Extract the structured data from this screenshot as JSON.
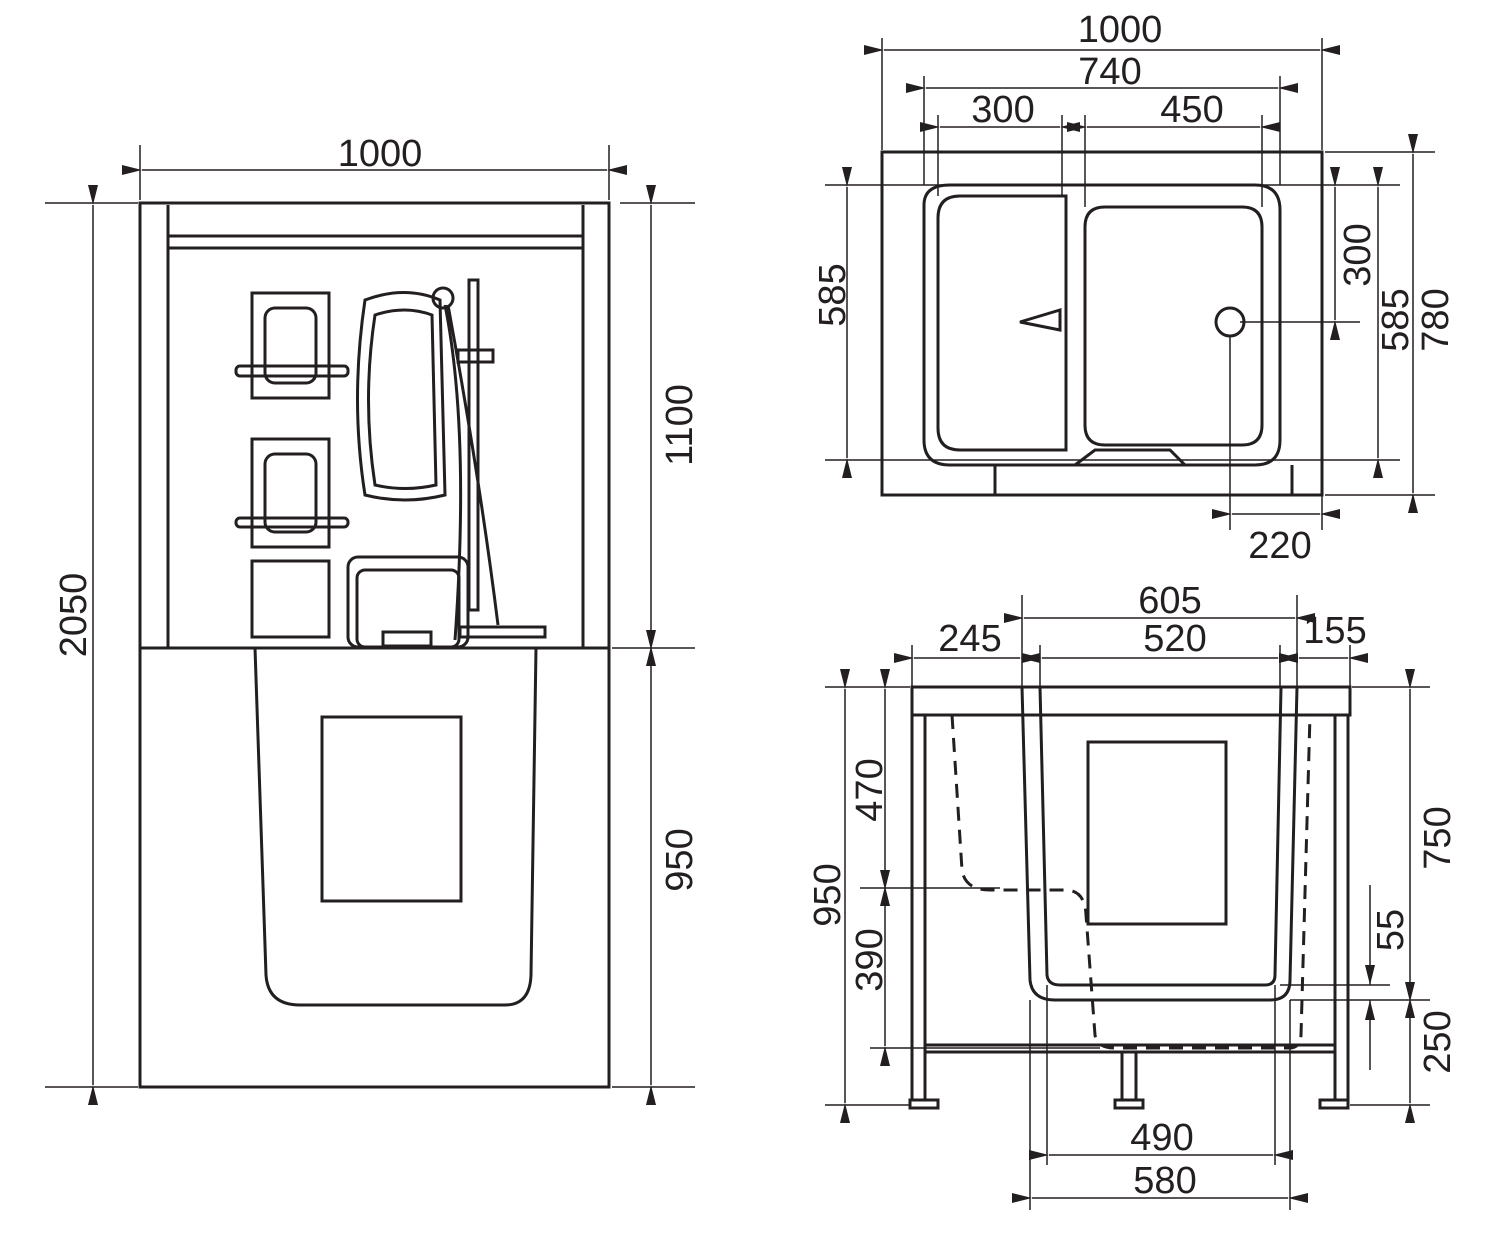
{
  "colors": {
    "line": "#231f20",
    "background": "#ffffff"
  },
  "front_view": {
    "width": "1000",
    "height": "2050",
    "upper": "1100",
    "lower": "950"
  },
  "plan_view": {
    "width": "1000",
    "inner_width": "740",
    "left_comp": "300",
    "right_comp": "450",
    "depth_left": "585",
    "drain_offset": "300",
    "depth_right": "585",
    "total_depth": "780",
    "drain_side": "220"
  },
  "side_view": {
    "top_width": "605",
    "inner_top": "520",
    "left_offset": "245",
    "right_offset": "155",
    "height": "950",
    "upper_h": "470",
    "lower_h": "390",
    "tub_h": "750",
    "floor_gap": "55",
    "leg_h": "250",
    "bottom_inner": "490",
    "bottom_outer": "580"
  }
}
